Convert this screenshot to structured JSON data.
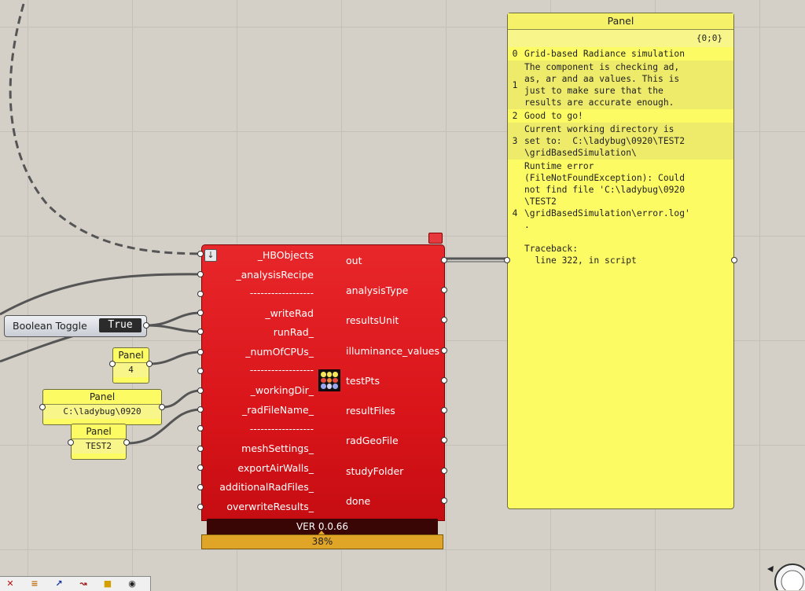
{
  "component": {
    "inputs": [
      "_HBObjects",
      "_analysisRecipe",
      "------------------",
      "_writeRad",
      "runRad_",
      "_numOfCPUs_",
      "------------------",
      "_workingDir_",
      "_radFileName_",
      "------------------",
      "meshSettings_",
      "exportAirWalls_",
      "additionalRadFiles_",
      "overwriteResults_"
    ],
    "outputs": [
      "out",
      "analysisType",
      "resultsUnit",
      "illuminance_values",
      "testPts",
      "resultFiles",
      "radGeoFile",
      "studyFolder",
      "done"
    ],
    "version": "VER 0.0.66",
    "progress_label": "38%",
    "progress_value": 0.38
  },
  "panel": {
    "title": "Panel",
    "path": "{0;0}",
    "rows": [
      {
        "index": "0",
        "text": "Grid-based Radiance simulation"
      },
      {
        "index": "1",
        "text": "The component is checking ad,\nas, ar and aa values. This is\njust to make sure that the\nresults are accurate enough."
      },
      {
        "index": "2",
        "text": "Good to go!"
      },
      {
        "index": "3",
        "text": "Current working directory is\nset to:  C:\\ladybug\\0920\\TEST2\n\\gridBasedSimulation\\"
      },
      {
        "index": "4",
        "text": "Runtime error\n(FileNotFoundException): Could\nnot find file 'C:\\ladybug\\0920\n\\TEST2\n\\gridBasedSimulation\\error.log'\n.\n\nTraceback:\n  line 322, in script"
      }
    ]
  },
  "toggle": {
    "label": "Boolean Toggle",
    "value": "True"
  },
  "panel_cpus": {
    "title": "Panel",
    "value": "4"
  },
  "panel_dir": {
    "title": "Panel",
    "value": "C:\\ladybug\\0920"
  },
  "panel_name": {
    "title": "Panel",
    "value": "TEST2"
  },
  "colors": {
    "component_red": "#d9151a",
    "panel_yellow": "#fdfb63",
    "progress_gold": "#e0a526",
    "canvas": "#d4d0c8"
  },
  "toolbar_icons": [
    "params-icon",
    "maths-icon",
    "vector-icon",
    "curve-icon",
    "ladybug-icon",
    "honeybee-icon"
  ]
}
